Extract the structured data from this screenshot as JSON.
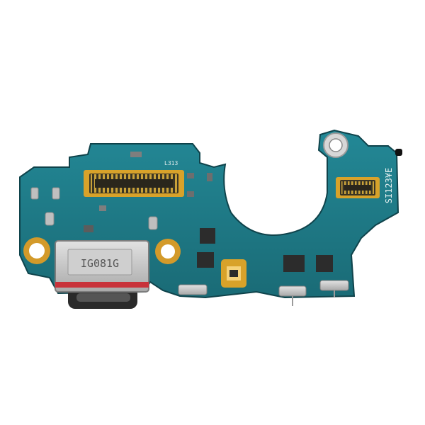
{
  "board": {
    "silkscreen_vertical": "SI123¥E",
    "connector_marking": "IG081G",
    "small_label": "L313"
  },
  "colors": {
    "pcb": "#1f7a86",
    "pcb_dark": "#14525c",
    "pcb_edge": "#0f434b",
    "gold": "#d8a22a",
    "metal": "#c9c9c9",
    "metal_dark": "#8e8e8e",
    "red": "#c8323a"
  }
}
